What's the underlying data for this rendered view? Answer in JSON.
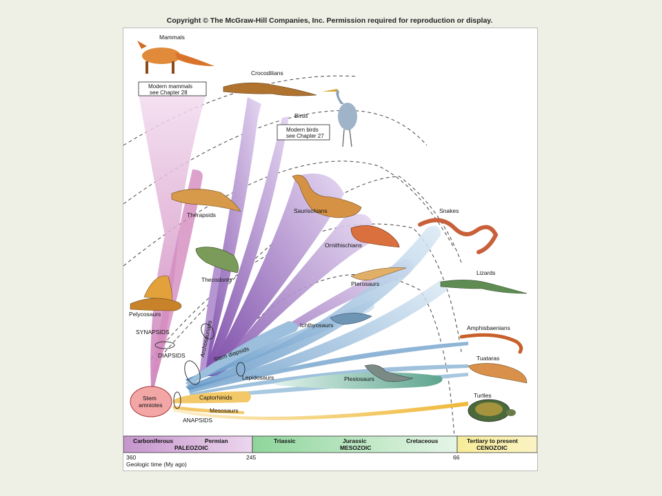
{
  "copyright": "Copyright © The McGraw-Hill Companies, Inc. Permission required for reproduction or display.",
  "clades": {
    "mammals": "Mammals",
    "modern_mammals_1": "Modern mammals",
    "modern_mammals_2": "see Chapter 28",
    "crocodilians": "Crocodilians",
    "birds": "Birds",
    "modern_birds_1": "Modern birds",
    "modern_birds_2": "see Chapter 27",
    "therapsids": "Therapsids",
    "saurischians": "Saurischians",
    "ornithischians": "Ornithischians",
    "thecodonts": "Thecodonts",
    "pterosaurs": "Pterosaurs",
    "pelycosaurs": "Pelycosaurs",
    "archosaurians": "Archosaurians",
    "ichthyosaurs": "Ichthyosaurs",
    "synapsids": "SYNAPSIDS",
    "diapsids": "DIAPSIDS",
    "stem_diapsids": "Stem diapsids",
    "lepidosaurs": "Lepidosaurs",
    "plesiosaurs": "Plesiosaurs",
    "snakes": "Snakes",
    "lizards": "Lizards",
    "amphisbaenians": "Amphisbaenians",
    "tuataras": "Tuataras",
    "turtles": "Turtles",
    "stem_amniotes_1": "Stem",
    "stem_amniotes_2": "amniotes",
    "captorhinids": "Captorhinids",
    "mesosaurs": "Mesosaurs",
    "anapsids": "ANAPSIDS"
  },
  "timeline": {
    "carboniferous": "Carboniferous",
    "permian": "Permian",
    "paleozoic": "PALEOZOIC",
    "triassic": "Triassic",
    "jurassic": "Jurassic",
    "cretaceous": "Cretaceous",
    "mesozoic": "MESOZOIC",
    "tertiary": "Tertiary to present",
    "cenozoic": "CENOZOIC",
    "t360": "360",
    "t245": "245",
    "t66": "66",
    "axis_label": "Geologic time (My ago)"
  },
  "colors": {
    "paleozoic": "#c9a0cf",
    "mesozoic": "#9ed9a8",
    "cenozoic": "#f5e27a",
    "synapsid": "#d9a6cf",
    "archosaur": "#8e63b5",
    "lepidosaur": "#8fb8d8",
    "anapsid": "#f0c65a",
    "stem": "#f2a6a6"
  },
  "icons": [
    "fox-icon",
    "crocodile-icon",
    "heron-icon",
    "therapsid-icon",
    "sauropod-icon",
    "ornithischian-icon",
    "thecodont-icon",
    "pterosaur-icon",
    "pelycosaur-icon",
    "ichthyosaur-icon",
    "plesiosaur-icon",
    "snake-icon",
    "lizard-icon",
    "amphisbaenian-icon",
    "tuatara-icon",
    "turtle-icon"
  ]
}
